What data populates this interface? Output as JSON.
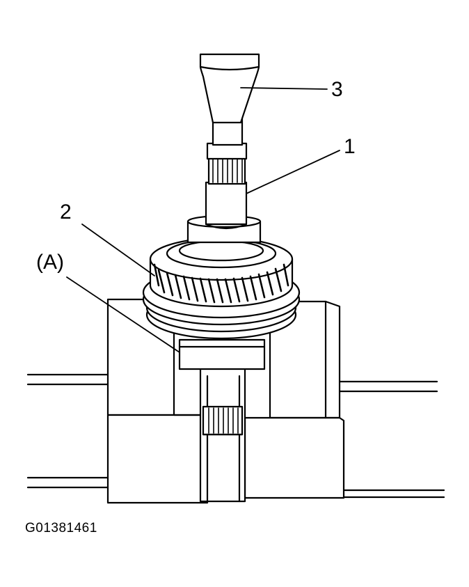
{
  "callouts": {
    "shaft": "1",
    "gear": "2",
    "press_tool": "3",
    "support": "(A)"
  },
  "figure_id": "G01381461",
  "colors": {
    "ink": "#000000",
    "paper": "#ffffff"
  }
}
